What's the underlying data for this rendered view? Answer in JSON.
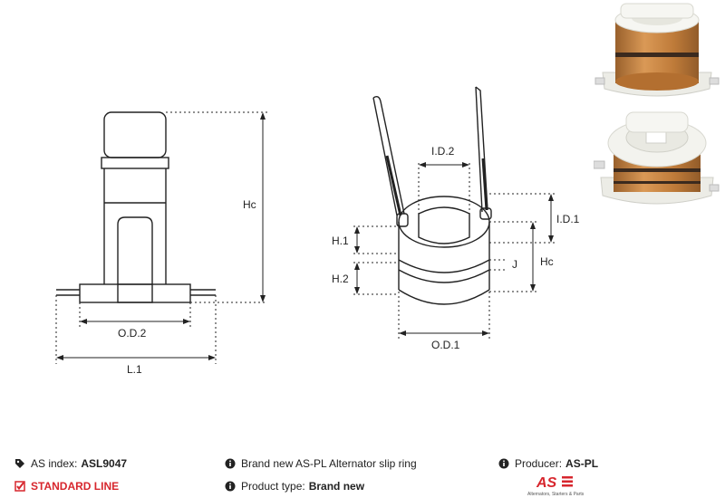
{
  "drawing": {
    "labels": {
      "hc_left": "Hc",
      "od2": "O.D.2",
      "l1": "L.1",
      "id2": "I.D.2",
      "id1": "I.D.1",
      "h1": "H.1",
      "h2": "H.2",
      "j": "J",
      "hc_right": "Hc",
      "od1": "O.D.1"
    }
  },
  "info": {
    "as_index_label": "AS index:",
    "as_index_value": "ASL9047",
    "standard_line": "STANDARD LINE",
    "description": "Brand new AS-PL Alternator slip ring",
    "product_type_label": "Product type:",
    "product_type_value": "Brand new",
    "producer_label": "Producer:",
    "producer_value": "AS-PL"
  },
  "logo": {
    "mark": "AS",
    "tagline": "Alternators, Starters & Parts"
  },
  "colors": {
    "accent_red": "#d7262d",
    "copper": "#c8823e",
    "white_plastic": "#f2f2ee"
  }
}
